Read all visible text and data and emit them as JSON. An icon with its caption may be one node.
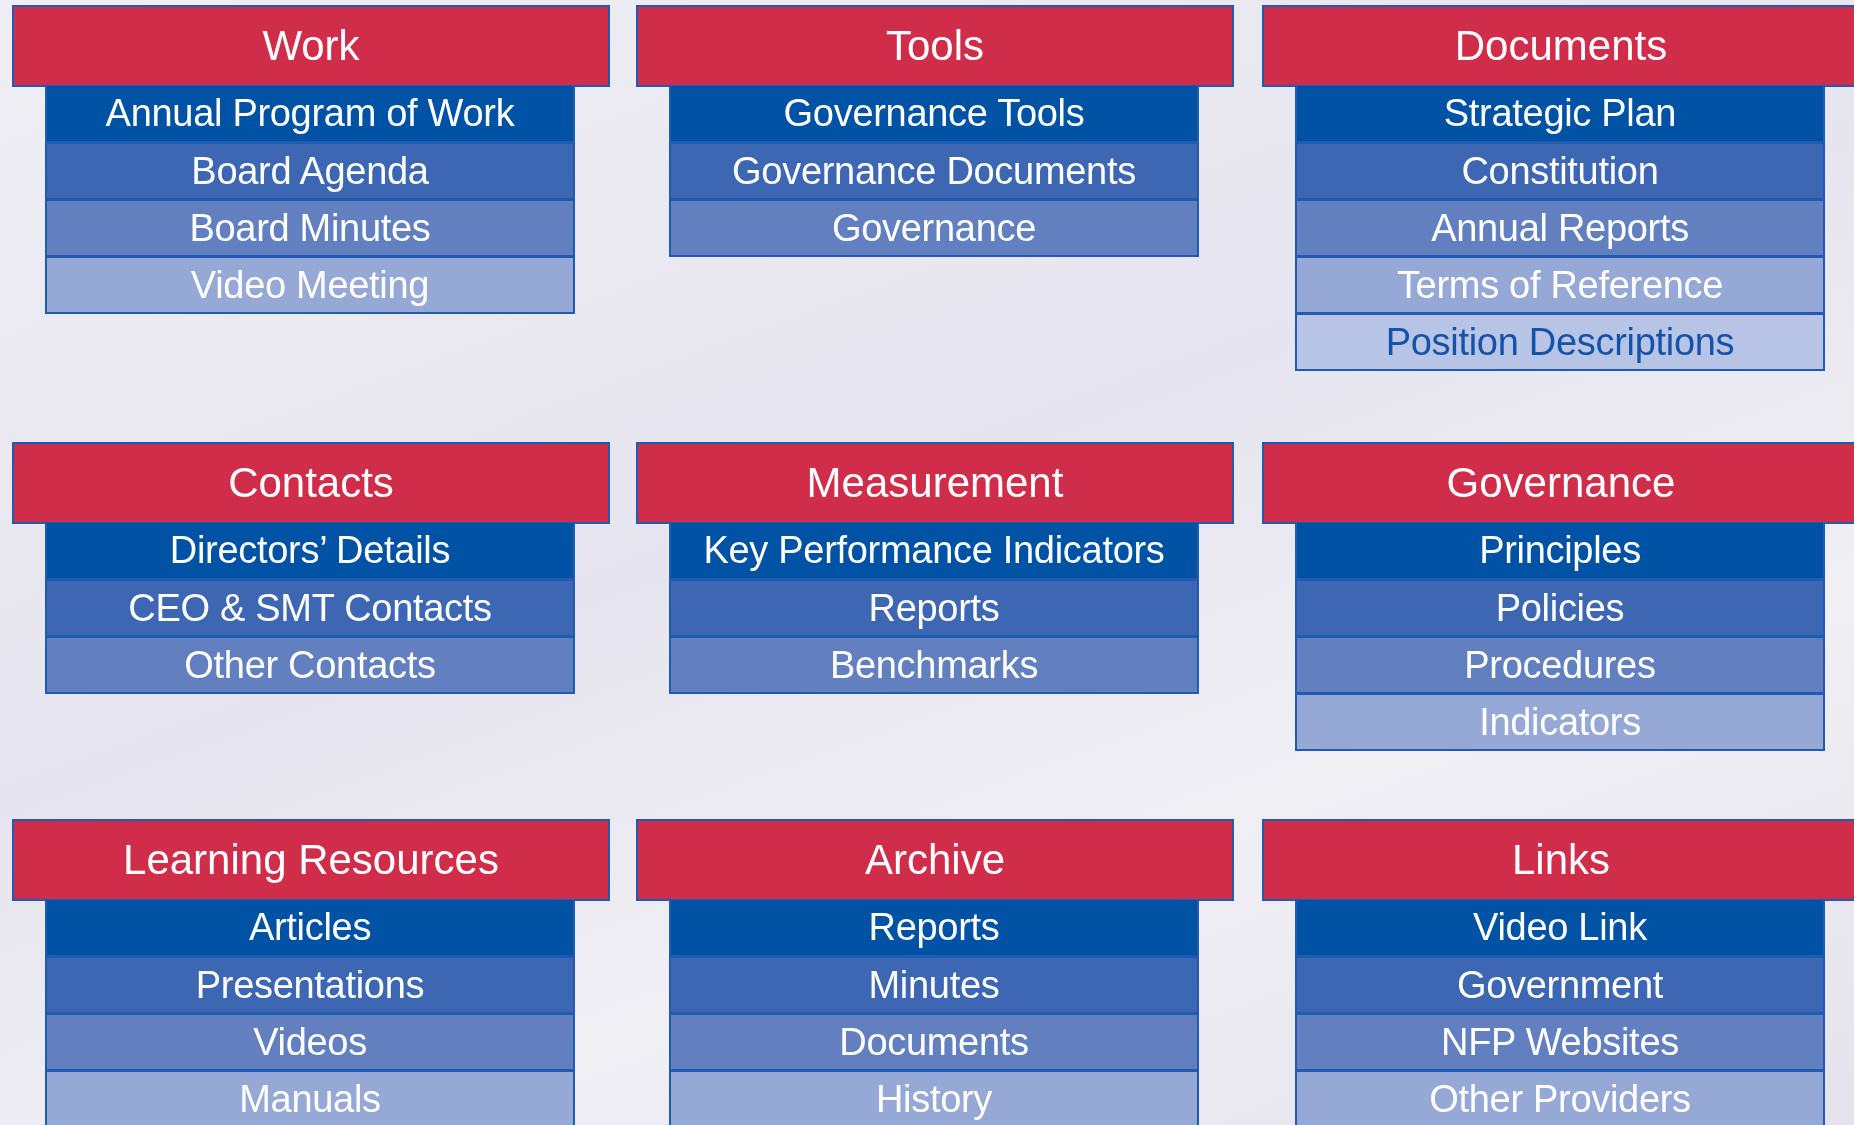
{
  "diagram": {
    "nodes": [
      {
        "text": [
          "Work"
        ]
      },
      {
        "text": [
          "Annual Program of Work"
        ]
      },
      {
        "text": [
          "Board Agenda"
        ]
      },
      {
        "text": [
          "Board Minutes"
        ]
      },
      {
        "text": [
          "Video Meeting"
        ]
      },
      {
        "text": [
          "Tools"
        ]
      },
      {
        "text": [
          "Governance Tools"
        ]
      },
      {
        "text": [
          "Governance Documents"
        ]
      },
      {
        "text": [
          "Governance"
        ]
      },
      {
        "text": [
          "Documents"
        ]
      },
      {
        "text": [
          "Strategic Plan"
        ]
      },
      {
        "text": [
          "Constitution"
        ]
      },
      {
        "text": [
          "Annual Reports"
        ]
      },
      {
        "text": [
          "Terms of Reference"
        ]
      },
      {
        "text": [
          "Position Descriptions"
        ]
      },
      {
        "text": [
          "Contacts"
        ]
      },
      {
        "text": [
          "Directors’ Details"
        ]
      },
      {
        "text": [
          "CEO & SMT Contacts"
        ]
      },
      {
        "text": [
          "Other Contacts"
        ]
      },
      {
        "text": [
          "Measurement"
        ]
      },
      {
        "text": [
          "Key Performance Indicators"
        ]
      },
      {
        "text": [
          "Reports"
        ]
      },
      {
        "text": [
          "Benchmarks"
        ]
      },
      {
        "text": [
          "Governance"
        ]
      },
      {
        "text": [
          "Principles"
        ]
      },
      {
        "text": [
          "Policies"
        ]
      },
      {
        "text": [
          "Procedures"
        ]
      },
      {
        "text": [
          "Indicators"
        ]
      },
      {
        "text": [
          "Learning Resources"
        ]
      },
      {
        "text": [
          "Articles"
        ]
      },
      {
        "text": [
          "Presentations"
        ]
      },
      {
        "text": [
          "Videos"
        ]
      },
      {
        "text": [
          "Manuals"
        ]
      },
      {
        "text": [
          "Archive"
        ]
      },
      {
        "text": [
          "Reports"
        ]
      },
      {
        "text": [
          "Minutes"
        ]
      },
      {
        "text": [
          "Documents"
        ]
      },
      {
        "text": [
          "History"
        ]
      },
      {
        "text": [
          "Links"
        ]
      },
      {
        "text": [
          "Video Link"
        ]
      },
      {
        "text": [
          "Government"
        ]
      },
      {
        "text": [
          "NFP Websites"
        ]
      },
      {
        "text": [
          "Other Providers"
        ]
      }
    ]
  }
}
